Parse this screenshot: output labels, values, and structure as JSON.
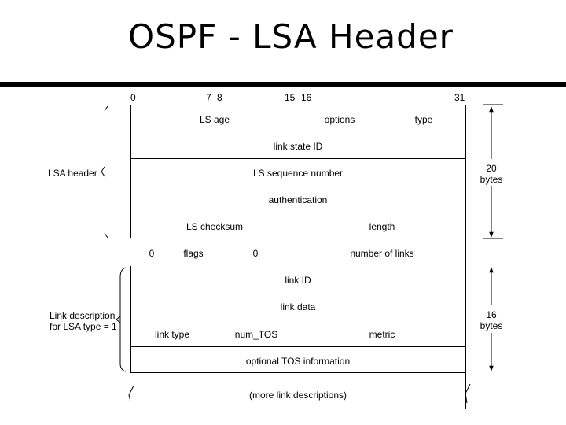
{
  "title": "OSPF - LSA Header",
  "bit_positions": [
    "0",
    "7",
    "8",
    "15",
    "16",
    "31"
  ],
  "lsa_header": {
    "side_label": "LSA header",
    "size_number": "20",
    "size_unit": "bytes",
    "rows": [
      [
        "LS age",
        "options",
        "type"
      ],
      [
        "link state ID"
      ],
      [
        "LS sequence number"
      ],
      [
        "authentication"
      ],
      [
        "LS checksum",
        "length"
      ]
    ]
  },
  "router_lsa_row": [
    "0",
    "flags",
    "0",
    "number of links"
  ],
  "link_description": {
    "side_label_line1": "Link description",
    "side_label_line2": "for LSA type = 1",
    "size_number": "16",
    "size_unit": "bytes",
    "rows": [
      [
        "link ID"
      ],
      [
        "link data"
      ],
      [
        "link type",
        "num_TOS",
        "metric"
      ],
      [
        "optional TOS information"
      ]
    ]
  },
  "more_links": "(more link descriptions)"
}
